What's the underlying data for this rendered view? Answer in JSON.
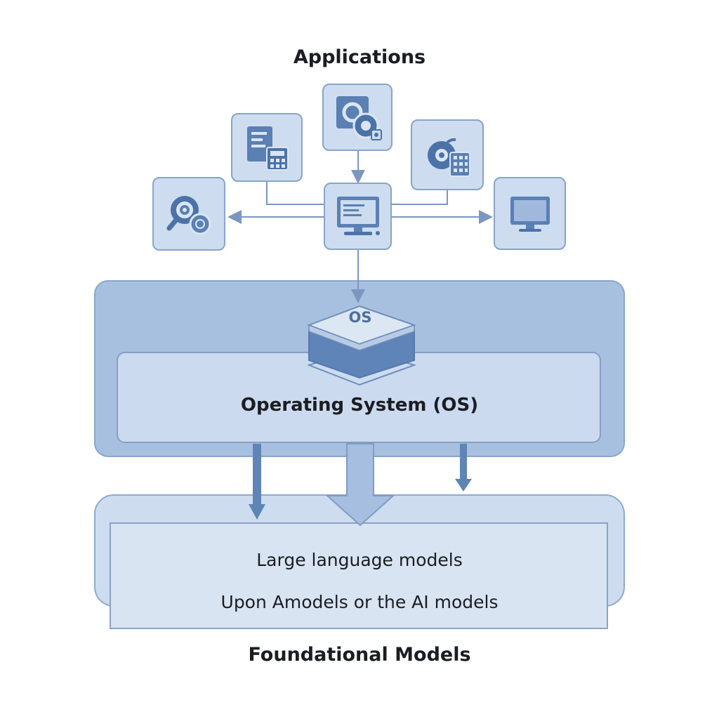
{
  "diagram": {
    "top_title": "Applications",
    "os_badge": "OS",
    "os_title": "Operating System (OS)",
    "foundation_lines": [
      "Large language models",
      "Upon Amodels or  the AI models"
    ],
    "bottom_title": "Foundational Models"
  },
  "apps": [
    {
      "icon": "document-calculator-icon"
    },
    {
      "icon": "gauge-disc-icon"
    },
    {
      "icon": "chart-calculator-icon"
    },
    {
      "icon": "gear-search-icon"
    },
    {
      "icon": "desktop-computer-icon"
    },
    {
      "icon": "monitor-icon"
    }
  ],
  "colors": {
    "dark_blue": "#5a80b4",
    "panel_blue": "#a8c0df",
    "light_blue": "#cddcef",
    "stroke": "#7f9cc4"
  }
}
